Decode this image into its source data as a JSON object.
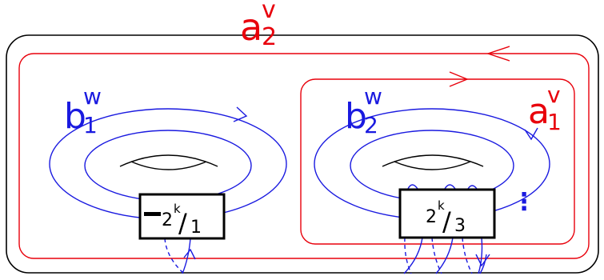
{
  "colors": {
    "red": "#e8000b",
    "blue": "#1a1ae0",
    "black": "#000000"
  },
  "labels": {
    "a2": {
      "base": "a",
      "sup": "v",
      "sub": "2"
    },
    "a1": {
      "base": "a",
      "sup": "v",
      "sub": "1"
    },
    "b1": {
      "base": "b",
      "sup": "w",
      "sub": "1"
    },
    "b2": {
      "base": "b",
      "sup": "w",
      "sub": "2"
    }
  },
  "boxes": {
    "left": {
      "sign": "−",
      "num": "2",
      "exp": "k",
      "slash": "/",
      "den": "1"
    },
    "right": {
      "num": "2",
      "exp": "k",
      "slash": "/",
      "den": "3"
    }
  },
  "dots": "⋮"
}
